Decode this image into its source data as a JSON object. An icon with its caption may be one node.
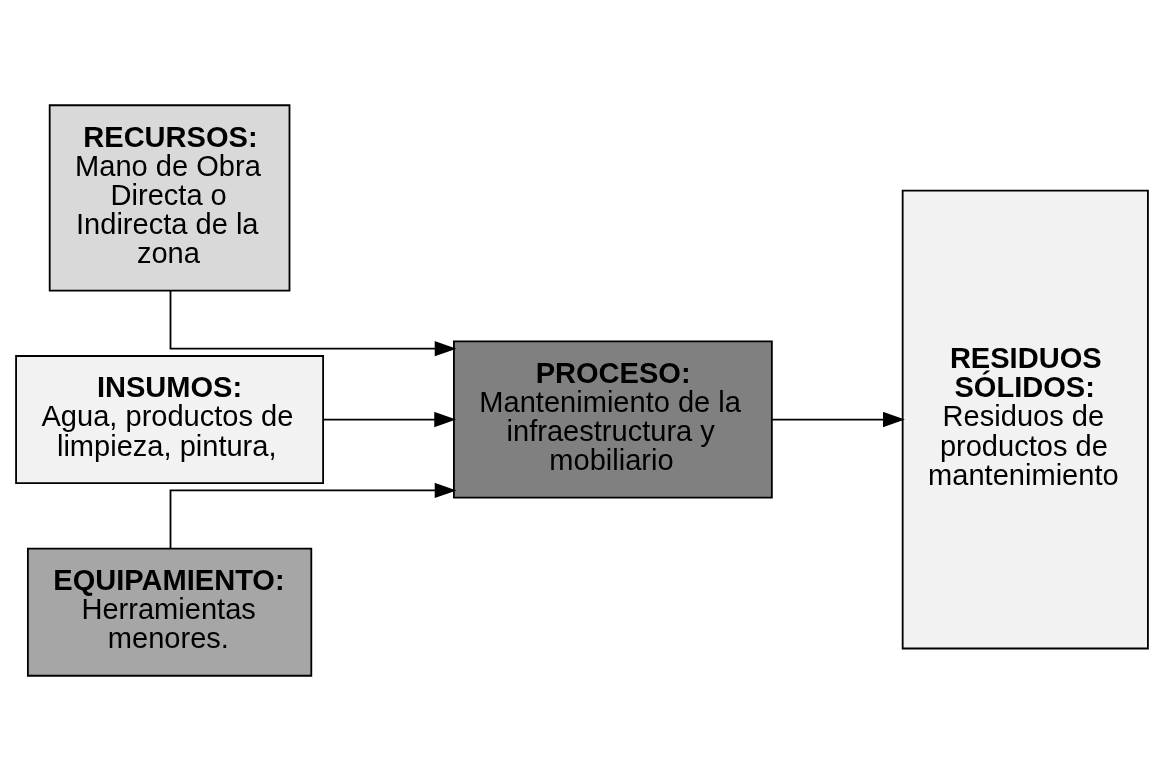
{
  "diagram": {
    "nodes": [
      {
        "text": [
          "RECURSOS:",
          "Mano de Obra Directa o Indirecta de la zona"
        ]
      },
      {
        "text": [
          "INSUMOS:",
          "Agua, productos de limpieza, pintura,"
        ]
      },
      {
        "text": [
          "EQUIPAMIENTO:",
          "Herramientas menores."
        ]
      },
      {
        "text": [
          "PROCESO:",
          "Mantenimiento de la infraestructura y mobiliario"
        ]
      },
      {
        "text": [
          "RESIDUOS SÓLIDOS:",
          "Residuos de productos de mantenimiento"
        ]
      }
    ],
    "edges": [
      {
        "from": 0,
        "to": 3,
        "arrow": "to"
      },
      {
        "from": 1,
        "to": 3,
        "arrow": "to"
      },
      {
        "from": 2,
        "to": 3,
        "arrow": "to"
      },
      {
        "from": 3,
        "to": 4,
        "arrow": "to"
      }
    ]
  }
}
